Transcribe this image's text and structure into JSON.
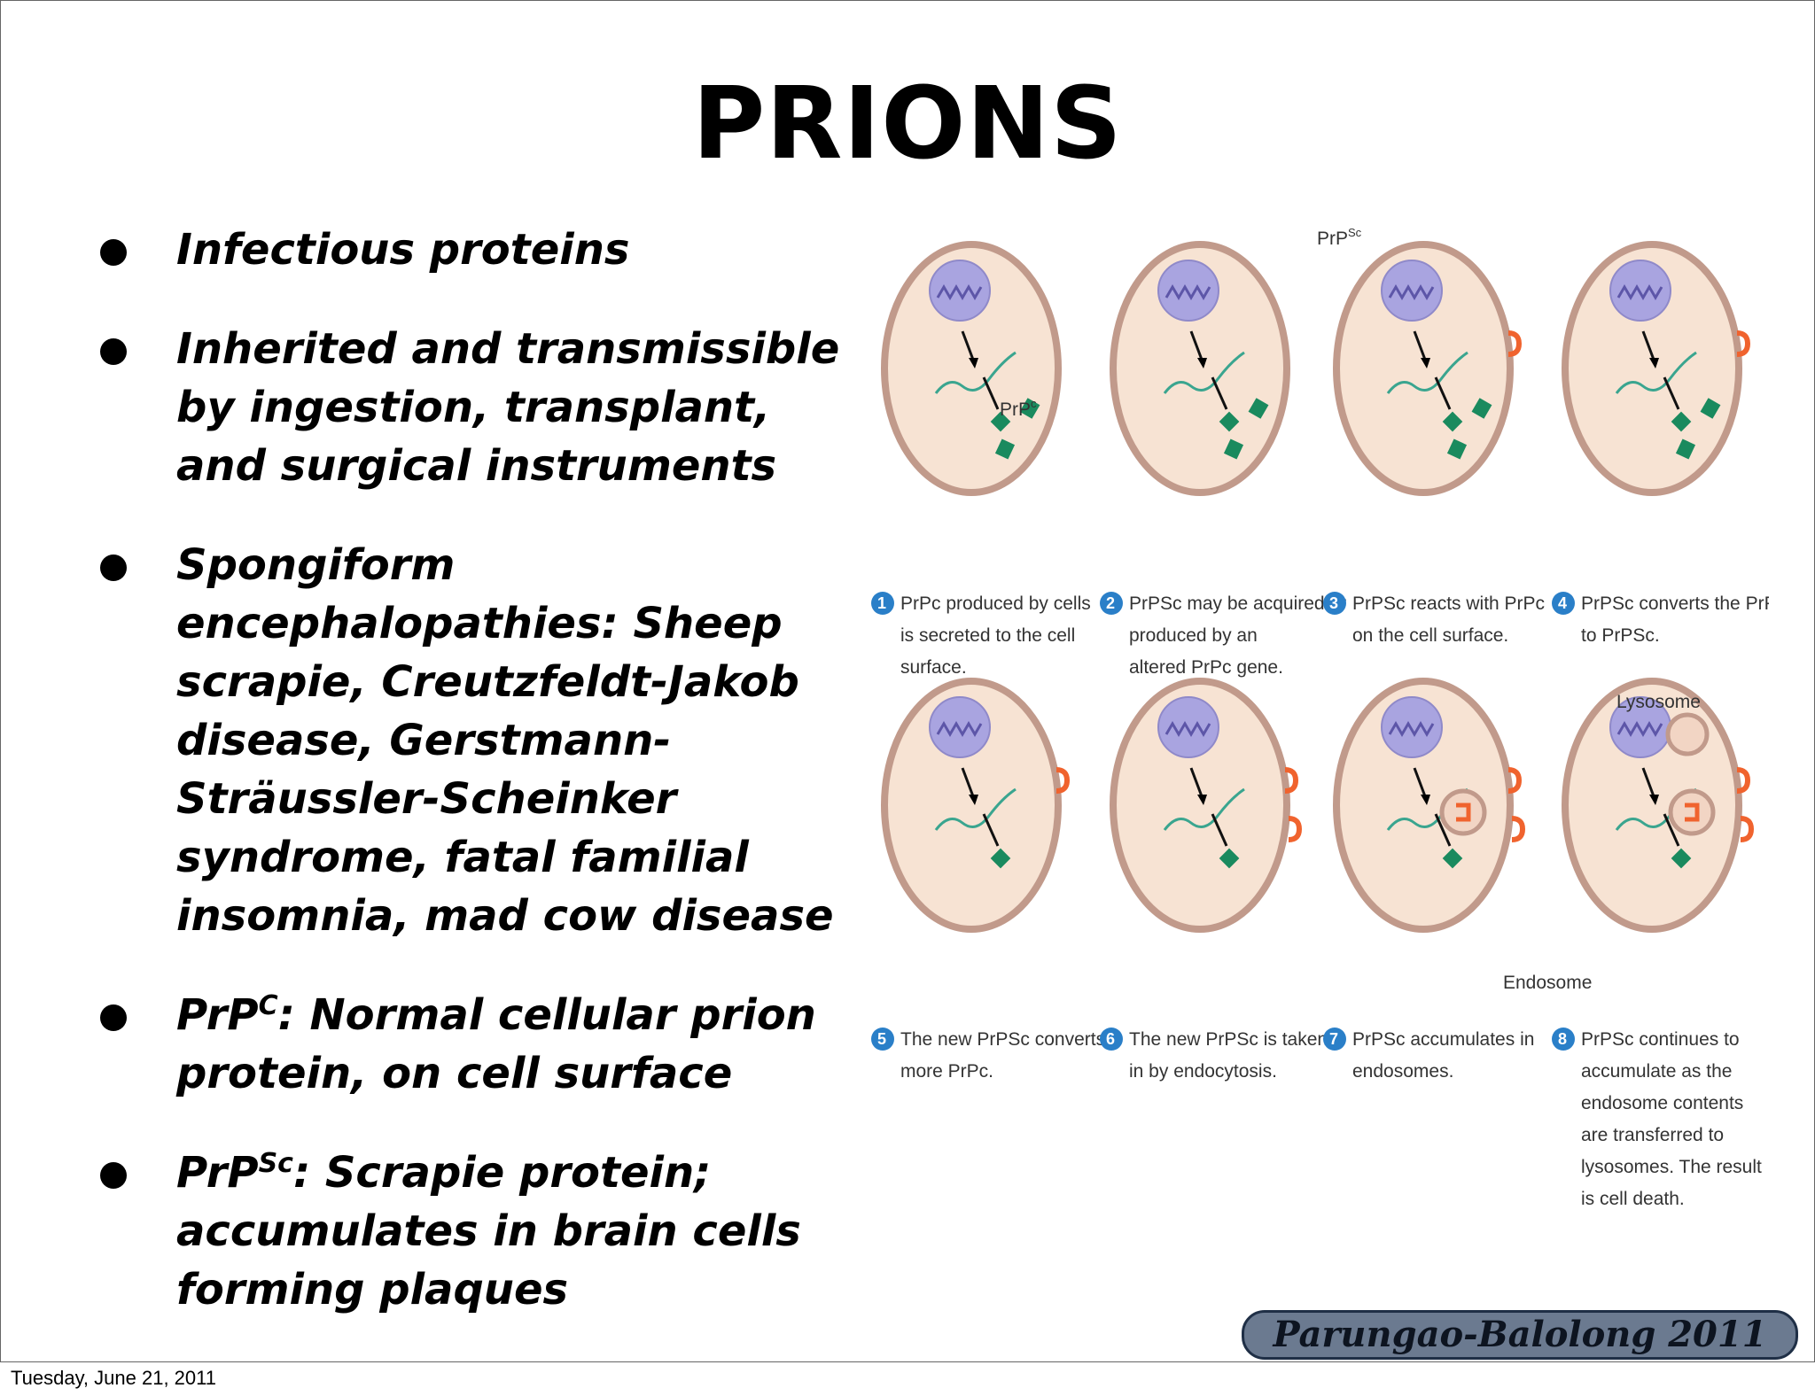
{
  "slide": {
    "title": "PRIONS",
    "bullets": [
      {
        "text": "Infectious proteins"
      },
      {
        "text": "Inherited and transmissible by ingestion, transplant, and surgical instruments"
      },
      {
        "text": "Spongiform encephalopathies: Sheep scrapie, Creutzfeldt-Jakob disease, Gerstmann-Sträussler-Scheinker syndrome, fatal familial insomnia, mad cow disease"
      },
      {
        "pre": "PrP",
        "sup": "C",
        "post": ": Normal cellular prion protein, on cell surface"
      },
      {
        "pre": "PrP",
        "sup": "Sc",
        "post": ": Scrapie protein; accumulates in brain cells forming plaques"
      }
    ],
    "credit": "Parungao-Balolong 2011"
  },
  "footer": {
    "date": "Tuesday, June 21, 2011"
  },
  "figure": {
    "labels": {
      "prpsc_top": "PrPSc",
      "prpc": "PrPc",
      "lysosome": "Lysosome",
      "endosome": "Endosome"
    },
    "steps": [
      {
        "num": "1",
        "lines": [
          "PrPc produced by cells",
          "is secreted to the cell",
          "surface."
        ]
      },
      {
        "num": "2",
        "lines": [
          "PrPSc may be acquired or",
          "produced by an",
          "altered PrPc gene."
        ]
      },
      {
        "num": "3",
        "lines": [
          "PrPSc reacts with PrPc",
          "on the cell surface."
        ]
      },
      {
        "num": "4",
        "lines": [
          "PrPSc converts the PrPc",
          "to PrPSc."
        ]
      },
      {
        "num": "5",
        "lines": [
          "The new PrPSc converts",
          "more PrPc."
        ]
      },
      {
        "num": "6",
        "lines": [
          "The new PrPSc is taken",
          "in by endocytosis."
        ]
      },
      {
        "num": "7",
        "lines": [
          "PrPSc accumulates in",
          "endosomes."
        ]
      },
      {
        "num": "8",
        "lines": [
          "PrPSc continues to",
          "accumulate as the",
          "endosome contents",
          "are transferred to",
          "lysosomes. The result",
          "is cell death."
        ]
      }
    ],
    "colors": {
      "cytoplasm": "#f7e3d3",
      "membrane": "#c19a8b",
      "nucleus": "#a9a4e0",
      "mrna": "#3aa58f",
      "prpc": "#1a8a5e",
      "prpsc": "#f0632e",
      "step_badge": "#2a7fc8"
    }
  }
}
